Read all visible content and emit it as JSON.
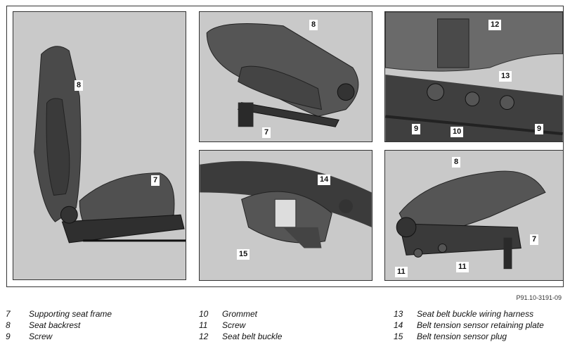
{
  "figure_ref": "P91.10-3191-09",
  "callouts": {
    "p1_8": "8",
    "p1_7": "7",
    "p2_8": "8",
    "p2_7": "7",
    "p3_12": "12",
    "p3_13": "13",
    "p3_9a": "9",
    "p3_10": "10",
    "p3_9b": "9",
    "p4_14": "14",
    "p4_15": "15",
    "p5_8": "8",
    "p5_7": "7",
    "p5_11a": "11",
    "p5_11b": "11"
  },
  "legend": [
    [
      {
        "num": "7",
        "label": "Supporting seat frame"
      },
      {
        "num": "8",
        "label": "Seat backrest"
      },
      {
        "num": "9",
        "label": "Screw"
      }
    ],
    [
      {
        "num": "10",
        "label": "Grommet"
      },
      {
        "num": "11",
        "label": "Screw"
      },
      {
        "num": "12",
        "label": "Seat belt buckle"
      }
    ],
    [
      {
        "num": "13",
        "label": "Seat belt buckle wiring harness"
      },
      {
        "num": "14",
        "label": "Belt tension sensor retaining plate"
      },
      {
        "num": "15",
        "label": "Belt tension sensor plug"
      }
    ]
  ],
  "colors": {
    "panel_bg": "#c9c9c9",
    "part_dark": "#3a3a3a",
    "part_mid": "#5a5a5a",
    "frame": "#333333"
  }
}
